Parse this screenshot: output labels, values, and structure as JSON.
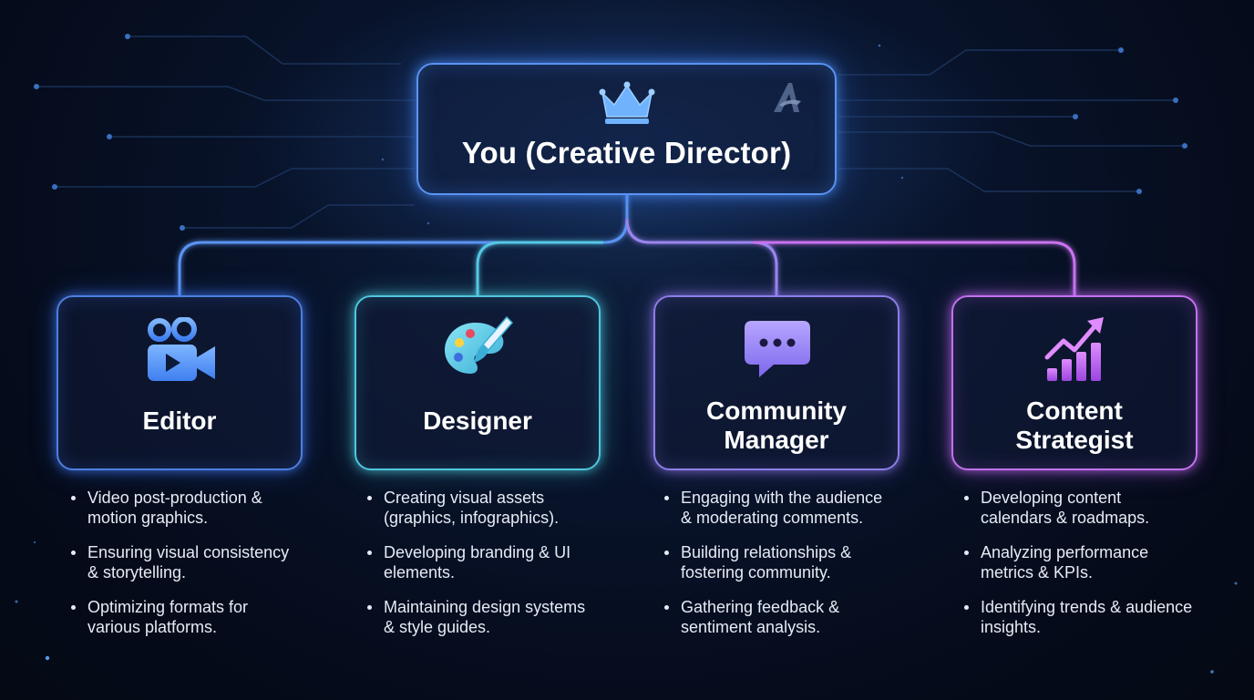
{
  "root": {
    "title": "You (Creative Director)",
    "icon": "crown-icon",
    "logo": "a-logo-icon"
  },
  "roles": [
    {
      "title_lines": [
        "Editor"
      ],
      "icon": "video-camera-icon",
      "color": "#4d7fe0",
      "bullets": [
        "Video post-production & motion graphics.",
        "Ensuring visual consistency & storytelling.",
        "Optimizing formats for various platforms."
      ]
    },
    {
      "title_lines": [
        "Designer"
      ],
      "icon": "paint-palette-icon",
      "color": "#4fc7dd",
      "bullets": [
        "Creating visual assets (graphics, infographics).",
        "Developing branding & UI elements.",
        "Maintaining design systems & style guides."
      ]
    },
    {
      "title_lines": [
        "Community",
        "Manager"
      ],
      "icon": "chat-bubble-icon",
      "color": "#8e7de8",
      "bullets": [
        "Engaging with the audience & moderating comments.",
        "Building relationships & fostering community.",
        "Gathering feedback & sentiment analysis."
      ]
    },
    {
      "title_lines": [
        "Content",
        "Strategist"
      ],
      "icon": "growth-chart-icon",
      "color": "#c371ee",
      "bullets": [
        "Developing content calendars & roadmaps.",
        "Analyzing performance metrics & KPIs.",
        "Identifying trends & audience insights."
      ]
    }
  ]
}
